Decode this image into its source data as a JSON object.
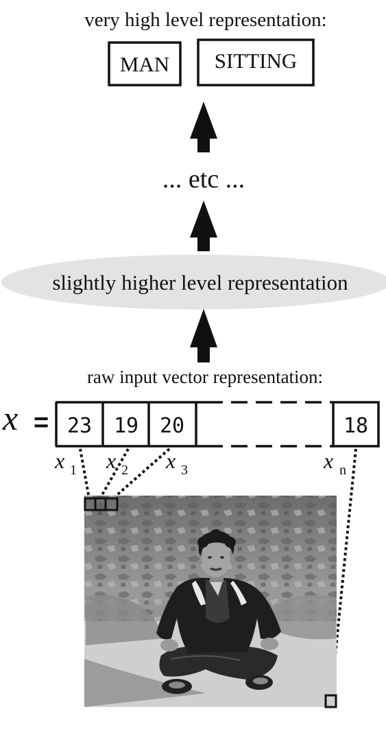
{
  "top": {
    "heading": "very high level representation:",
    "labels": [
      "MAN",
      "SITTING"
    ]
  },
  "middle": {
    "etc": "... etc ...",
    "ellipse_label": "slightly higher level representation"
  },
  "bottom": {
    "heading": "raw input vector representation:",
    "vector_symbol": "x",
    "equals": "=",
    "cells": [
      "23",
      "19",
      "20",
      "18"
    ],
    "sub_symbols": [
      "x",
      "x",
      "x",
      "x"
    ],
    "subscripts": [
      "1",
      "2",
      "3",
      "n"
    ]
  },
  "photo": {
    "description_icon": "photo-of-man-sitting-in-desert"
  },
  "colors": {
    "ellipse_fill": "#e3e3e3",
    "stroke": "#111111"
  }
}
